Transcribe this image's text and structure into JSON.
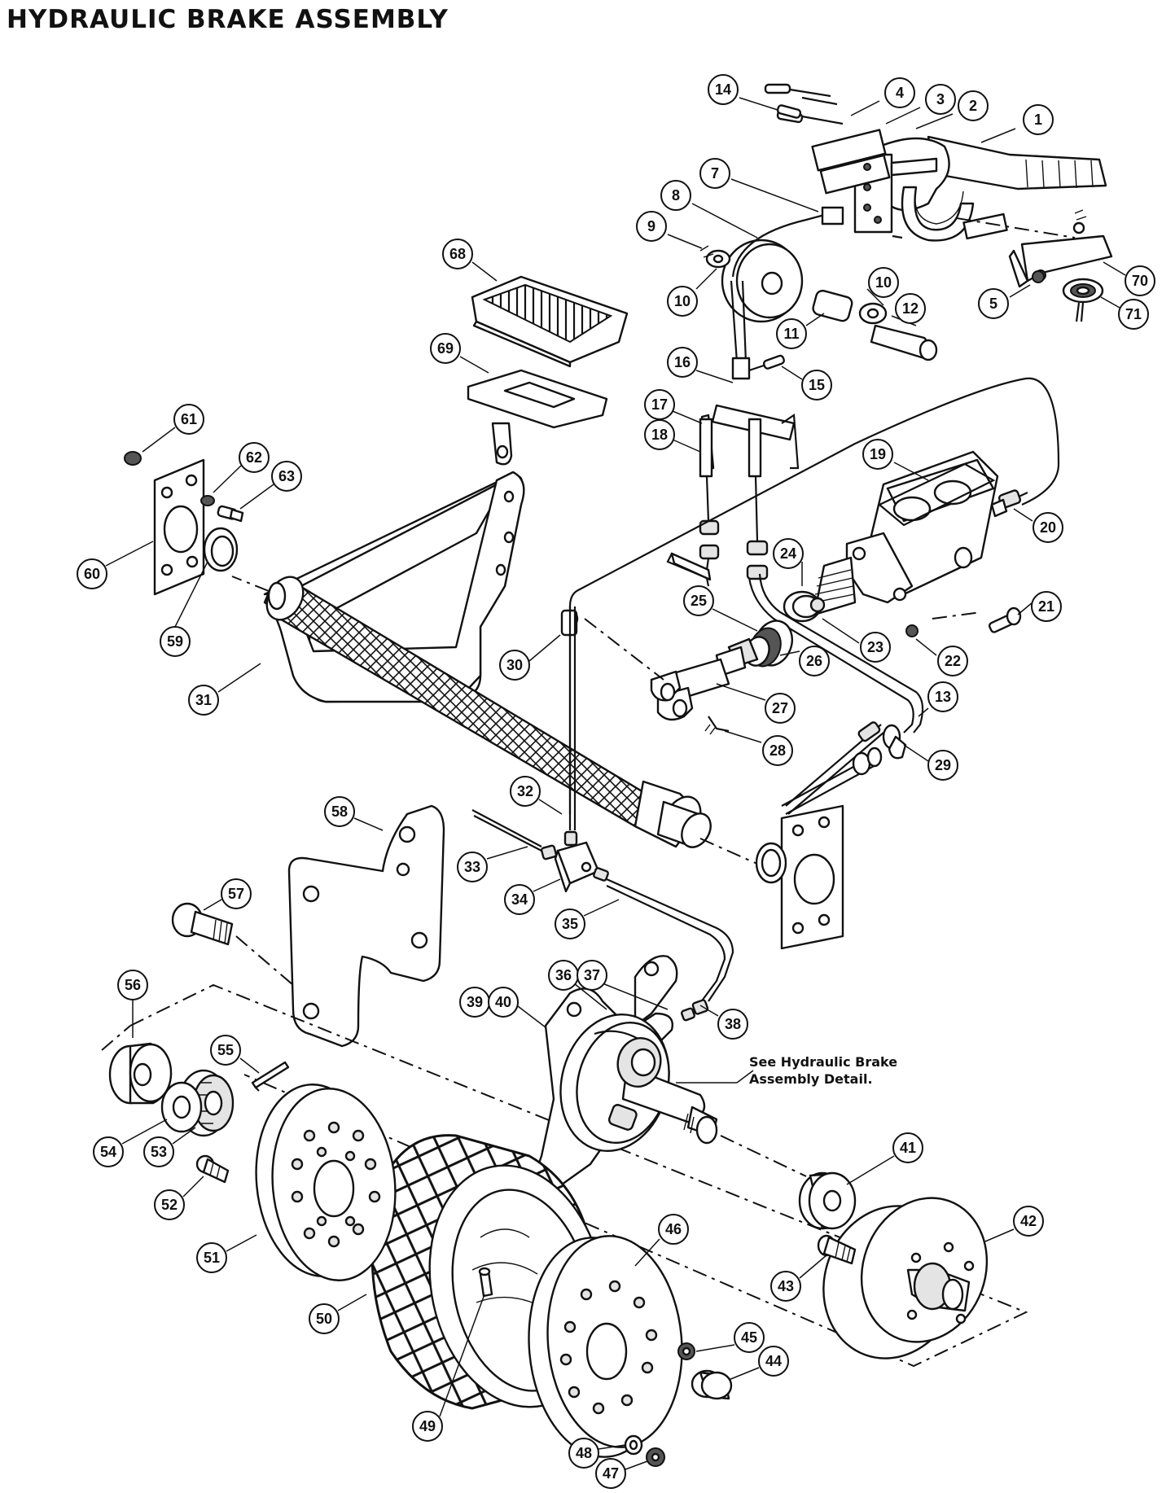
{
  "title": "HYDRAULIC BRAKE ASSEMBLY",
  "note": [
    "See Hydraulic Brake",
    "Assembly Detail."
  ],
  "callouts": [
    {
      "label": "1"
    },
    {
      "label": "2"
    },
    {
      "label": "3"
    },
    {
      "label": "4"
    },
    {
      "label": "5"
    },
    {
      "label": "7"
    },
    {
      "label": "8"
    },
    {
      "label": "9"
    },
    {
      "label": "10"
    },
    {
      "label": "10"
    },
    {
      "label": "11"
    },
    {
      "label": "12"
    },
    {
      "label": "13"
    },
    {
      "label": "14"
    },
    {
      "label": "15"
    },
    {
      "label": "16"
    },
    {
      "label": "17"
    },
    {
      "label": "18"
    },
    {
      "label": "19"
    },
    {
      "label": "20"
    },
    {
      "label": "21"
    },
    {
      "label": "22"
    },
    {
      "label": "23"
    },
    {
      "label": "24"
    },
    {
      "label": "25"
    },
    {
      "label": "26"
    },
    {
      "label": "27"
    },
    {
      "label": "28"
    },
    {
      "label": "29"
    },
    {
      "label": "30"
    },
    {
      "label": "31"
    },
    {
      "label": "32"
    },
    {
      "label": "33"
    },
    {
      "label": "34"
    },
    {
      "label": "35"
    },
    {
      "label": "36"
    },
    {
      "label": "37"
    },
    {
      "label": "38"
    },
    {
      "label": "39"
    },
    {
      "label": "40"
    },
    {
      "label": "41"
    },
    {
      "label": "42"
    },
    {
      "label": "43"
    },
    {
      "label": "44"
    },
    {
      "label": "45"
    },
    {
      "label": "46"
    },
    {
      "label": "47"
    },
    {
      "label": "48"
    },
    {
      "label": "49"
    },
    {
      "label": "50"
    },
    {
      "label": "51"
    },
    {
      "label": "52"
    },
    {
      "label": "53"
    },
    {
      "label": "54"
    },
    {
      "label": "55"
    },
    {
      "label": "56"
    },
    {
      "label": "57"
    },
    {
      "label": "58"
    },
    {
      "label": "59"
    },
    {
      "label": "60"
    },
    {
      "label": "61"
    },
    {
      "label": "62"
    },
    {
      "label": "63"
    },
    {
      "label": "68"
    },
    {
      "label": "69"
    },
    {
      "label": "70"
    },
    {
      "label": "71"
    }
  ]
}
